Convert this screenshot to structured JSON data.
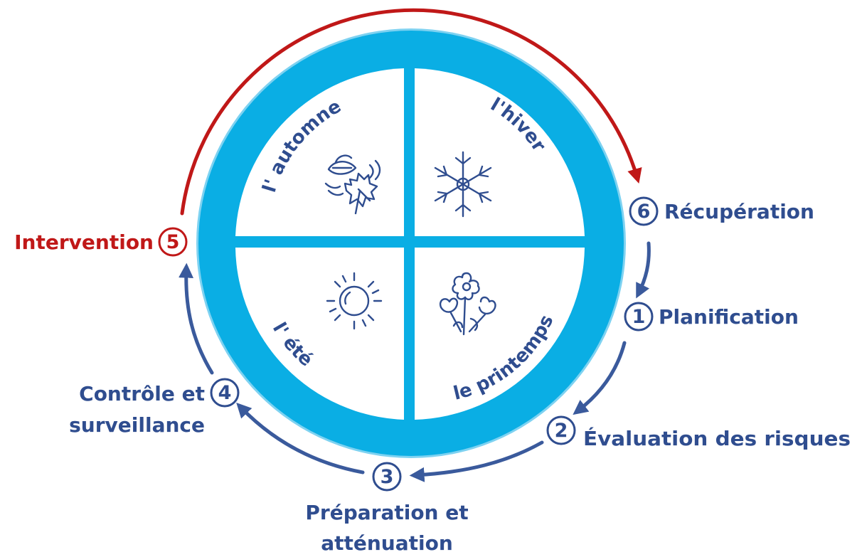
{
  "seasons": {
    "autumn": "l' automne",
    "winter": "l'hiver",
    "summer": "l' été",
    "spring": "le printemps"
  },
  "steps": [
    {
      "number": "1",
      "label": "Planification",
      "color": "#2f4d8f"
    },
    {
      "number": "2",
      "label": "Évaluation des risques",
      "color": "#2f4d8f"
    },
    {
      "number": "3",
      "label_line1": "Préparation et",
      "label_line2": "atténuation",
      "color": "#2f4d8f"
    },
    {
      "number": "4",
      "label_line1": "Contrôle et",
      "label_line2": "surveillance",
      "color": "#2f4d8f"
    },
    {
      "number": "5",
      "label": "Intervention",
      "color": "#c01818"
    },
    {
      "number": "6",
      "label": "Récupération",
      "color": "#2f4d8f"
    }
  ],
  "colors": {
    "ring": "#0aaee4",
    "ring_outline": "#7ed2f1",
    "text_blue": "#2f4d8f",
    "arrow_blue": "#3a5a9c",
    "arrow_red": "#c01818"
  },
  "icons": {
    "autumn": "autumn-leaves-icon",
    "winter": "snowflake-icon",
    "summer": "sun-icon",
    "spring": "flowers-icon"
  }
}
